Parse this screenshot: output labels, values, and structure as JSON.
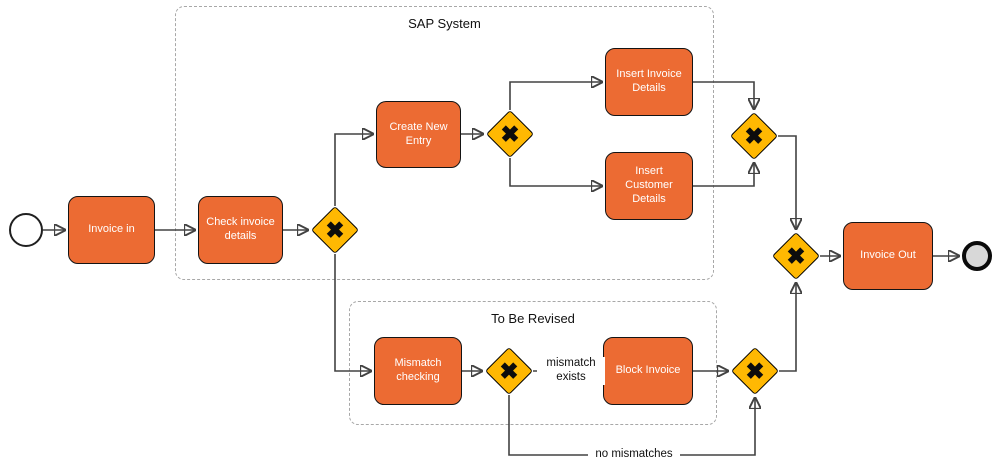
{
  "containers": {
    "sap": {
      "label": "SAP System"
    },
    "revised": {
      "label": "To Be Revised"
    }
  },
  "tasks": {
    "invoice_in": {
      "label": "Invoice in"
    },
    "check_invoice": {
      "label": "Check invoice details"
    },
    "create_new_entry": {
      "label": "Create New Entry"
    },
    "insert_invoice": {
      "label": "Insert Invoice Details"
    },
    "insert_customer": {
      "label": "Insert Customer Details"
    },
    "invoice_out": {
      "label": "Invoice Out"
    },
    "mismatch_checking": {
      "label": "Mismatch checking"
    },
    "block_invoice": {
      "label": "Block Invoice"
    }
  },
  "edge_labels": {
    "mismatch_exists": "mismatch exists",
    "no_mismatches": "no mismatches"
  },
  "gateway_symbol": "✖",
  "colors": {
    "task-fill": "#EC6B33",
    "task-border": "#141414",
    "gateway-fill": "#FFB802",
    "gateway-border": "#000000",
    "end-fill": "#D8D8D8",
    "line": "#424242",
    "container-border": "#A8A8A8",
    "text": "#111111"
  }
}
